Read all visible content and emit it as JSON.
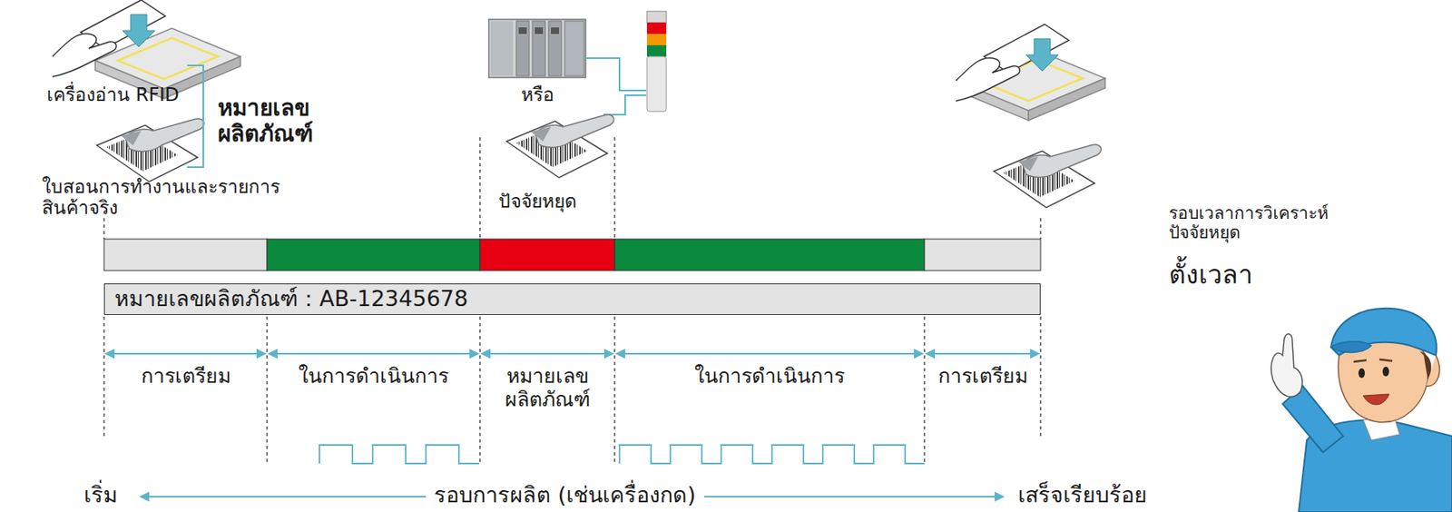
{
  "diagram": {
    "nodes": [
      {
        "text": [
          "หมายเลขผลิตภัณฑ์：AB-12345678"
        ]
      }
    ],
    "labels": [
      "เครื่องอ่าน RFID",
      "หมายเลขผลิตภัณฑ์",
      "ใบสอนการทำงานและรายการสินค้าจริง",
      "หรือ",
      "ปัจจัยหยุด",
      "รอบเวลาการวิเคราะห์ปัจจัยหยุด",
      "ตั้งเวลา",
      "การเตรียม",
      "ในการดำเนินการ",
      "หมายเลขผลิตภัณฑ์",
      "ในการดำเนินการ",
      "การเตรียม",
      "เริ่ม",
      "รอบการผลิต (เช่นเครื่องกด)",
      "เสร็จเรียบร้อย"
    ]
  }
}
